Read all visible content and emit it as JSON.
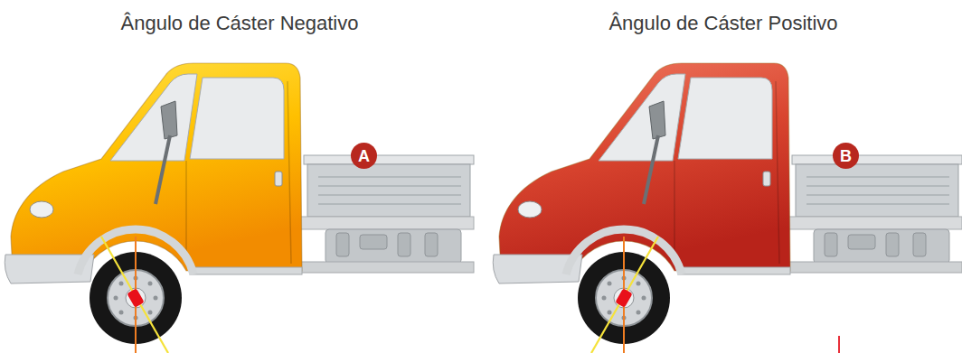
{
  "diagram": {
    "nodes": [
      {
        "text": [
          "A"
        ]
      },
      {
        "text": [
          "B"
        ]
      }
    ],
    "labels": [
      "Ângulo de Cáster Negativo",
      "Ângulo de Cáster Positivo"
    ]
  }
}
